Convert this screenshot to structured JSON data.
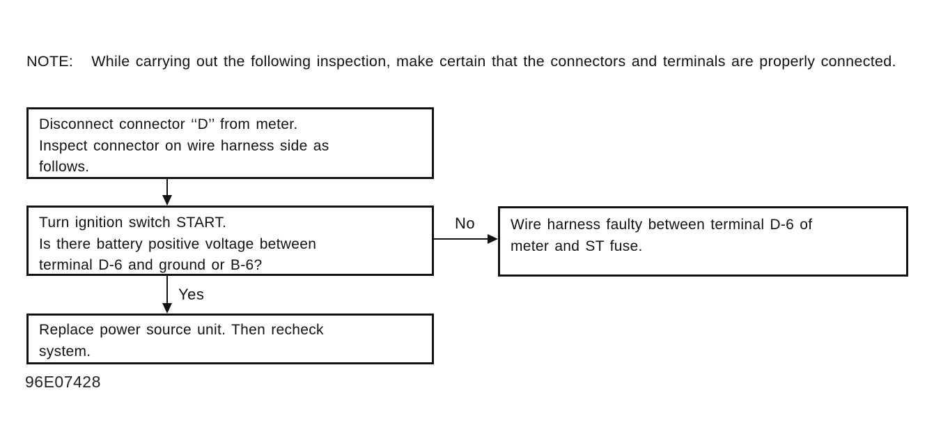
{
  "page": {
    "paper_color": "#ffffff",
    "ink_color": "#111111",
    "figure_id": "96E07428"
  },
  "note": {
    "label": "NOTE:",
    "text": "While carrying out the following inspection, make certain that the connectors and terminals are properly connected."
  },
  "flowchart": {
    "boxes": [
      {
        "id": "disconnect-connector",
        "lines": [
          "Disconnect connector ‘‘D’’ from meter.",
          "Inspect connector on wire harness side as",
          "follows."
        ]
      },
      {
        "id": "ignition-switch-test",
        "lines": [
          "Turn ignition switch START.",
          "Is there battery positive voltage between",
          "terminal D-6 and ground or B-6?"
        ]
      },
      {
        "id": "wire-harness-faulty",
        "lines": [
          "Wire harness faulty between terminal D-6 of",
          "meter and ST fuse."
        ]
      },
      {
        "id": "replace-power-source",
        "lines": [
          "Replace power source unit. Then recheck",
          "system."
        ]
      }
    ],
    "labels": {
      "no": "No",
      "yes": "Yes"
    }
  }
}
